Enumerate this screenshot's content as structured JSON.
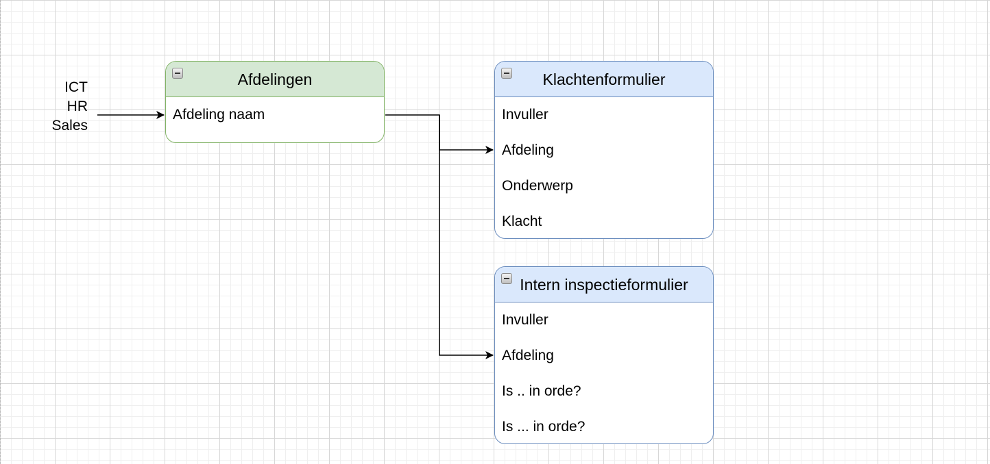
{
  "input_values": [
    "ICT",
    "HR",
    "Sales"
  ],
  "tables": {
    "afdelingen": {
      "title": "Afdelingen",
      "fill": "#d5e8d4",
      "stroke": "#82b366",
      "rows": [
        "Afdeling naam"
      ]
    },
    "klachtenformulier": {
      "title": "Klachtenformulier",
      "fill": "#dae8fc",
      "stroke": "#6c8ebf",
      "rows": [
        "Invuller",
        "Afdeling",
        "Onderwerp",
        "Klacht"
      ]
    },
    "inspectieformulier": {
      "title": "Intern inspectieformulier",
      "fill": "#dae8fc",
      "stroke": "#6c8ebf",
      "rows": [
        "Invuller",
        "Afdeling",
        "Is .. in orde?",
        "Is ... in orde?"
      ]
    }
  }
}
